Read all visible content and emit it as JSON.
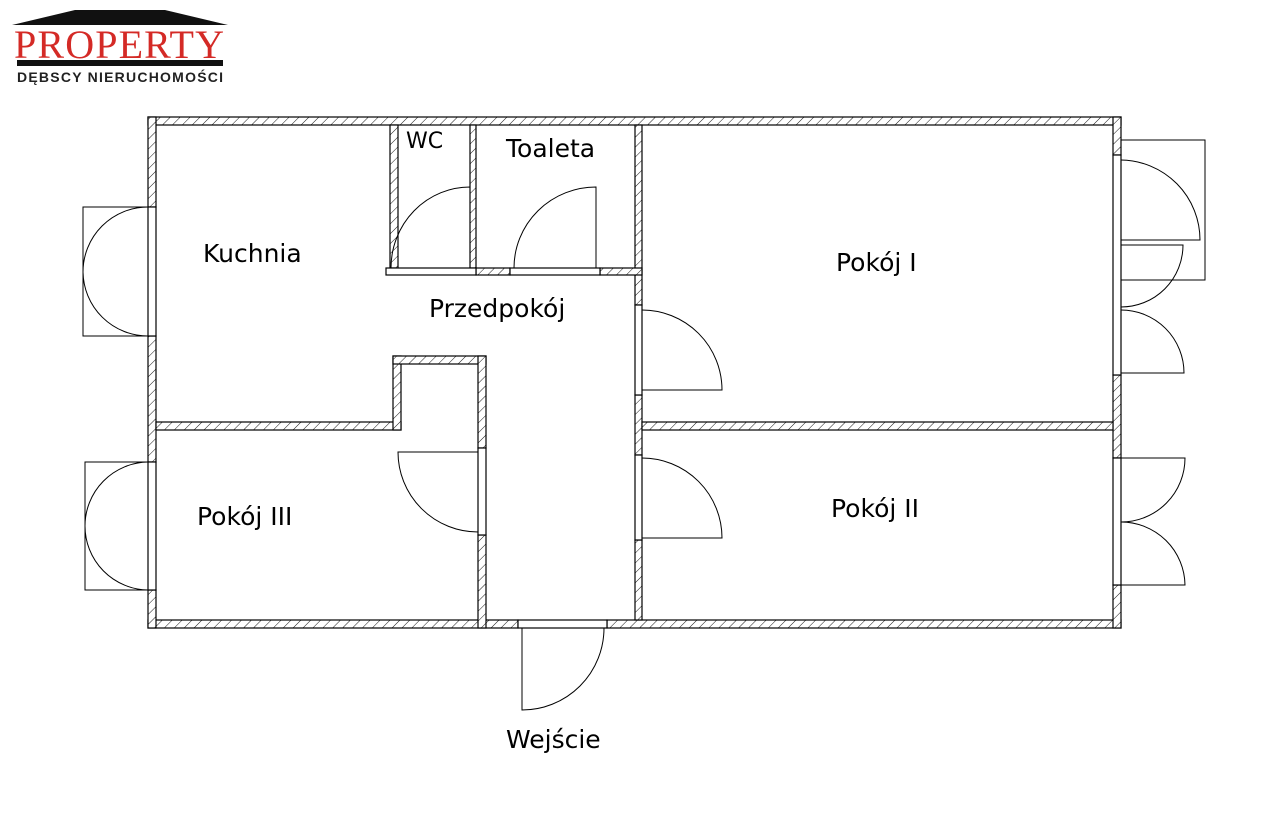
{
  "logo": {
    "brand": "PROPERTY",
    "tagline": "DĘBSCY NIERUCHOMOŚCI",
    "brand_color": "#d42a26"
  },
  "rooms": {
    "kitchen": "Kuchnia",
    "wc": "WC",
    "toilet": "Toaleta",
    "hall": "Przedpokój",
    "room1": "Pokój I",
    "room2": "Pokój II",
    "room3": "Pokój III",
    "entrance": "Wejście"
  }
}
